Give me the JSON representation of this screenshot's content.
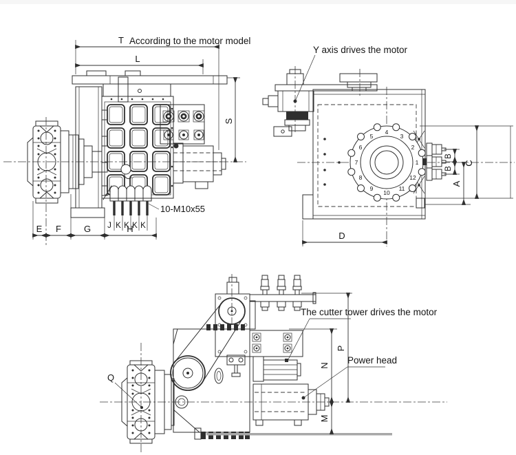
{
  "front": {
    "dim_t": "T",
    "note": "According to the motor model",
    "dim_l": "L",
    "dim_s": "S",
    "dim_e": "E",
    "dim_f": "F",
    "dim_g": "G",
    "dim_h": "H",
    "dim_j": "J",
    "dim_k": "K",
    "bolt_spec": "10-M10x55"
  },
  "side": {
    "note": "Y axis drives the motor",
    "dim_a": "A",
    "dim_b": "B",
    "dim_c": "C",
    "dim_d": "D",
    "stations": [
      "1",
      "2",
      "3",
      "4",
      "5",
      "6",
      "7",
      "8",
      "9",
      "10",
      "11",
      "12"
    ]
  },
  "lower": {
    "note_cutter": "The cutter tower drives the motor",
    "note_power": "Power head",
    "dim_p": "P",
    "dim_n": "N",
    "dim_m": "M",
    "dim_q": "Q"
  },
  "colors": {
    "line": "#2f2f2f",
    "ground": "#a8a8a8"
  }
}
